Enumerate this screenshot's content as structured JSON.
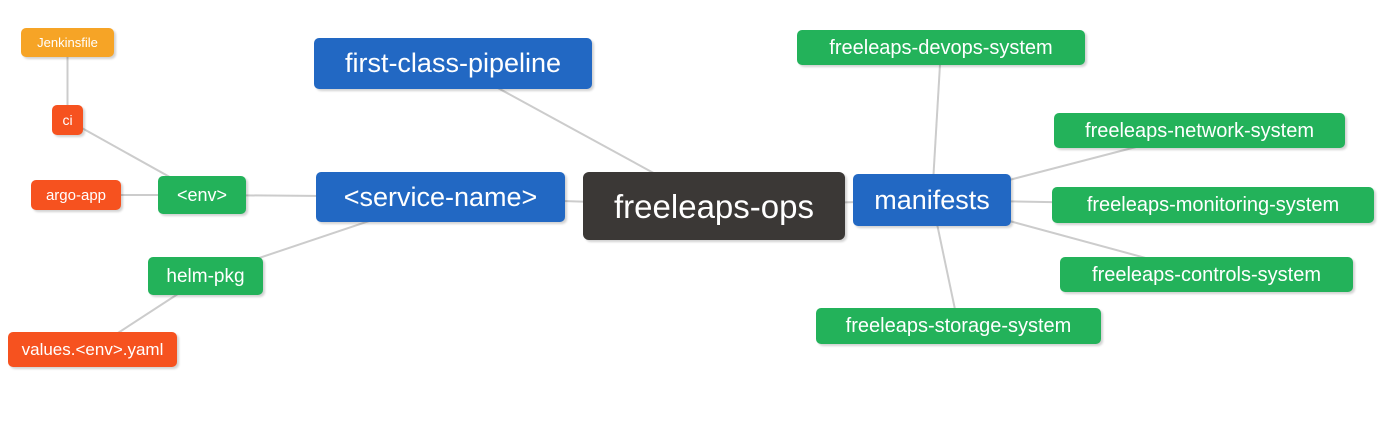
{
  "diagram": {
    "type": "mindmap",
    "background": "#ffffff",
    "colors": {
      "root": "#3b3836",
      "branch_blue": "#2268c3",
      "leaf_green": "#23b25a",
      "leaf_red": "#f6521f",
      "leaf_orange": "#f6a426",
      "edge": "#cccccc",
      "text": "#ffffff"
    },
    "nodes": {
      "freeleaps-ops": {
        "label": "freeleaps-ops",
        "color": "#3b3836"
      },
      "first-class-pipeline": {
        "label": "first-class-pipeline",
        "color": "#2268c3"
      },
      "service-name": {
        "label": "<service-name>",
        "color": "#2268c3"
      },
      "manifests": {
        "label": "manifests",
        "color": "#2268c3"
      },
      "env": {
        "label": "<env>",
        "color": "#23b25a"
      },
      "helm-pkg": {
        "label": "helm-pkg",
        "color": "#23b25a"
      },
      "ci": {
        "label": "ci",
        "color": "#f6521f"
      },
      "argo-app": {
        "label": "argo-app",
        "color": "#f6521f"
      },
      "jenkinsfile": {
        "label": "Jenkinsfile",
        "color": "#f6a426"
      },
      "values-env-yaml": {
        "label": "values.<env>.yaml",
        "color": "#f6521f"
      },
      "devops-system": {
        "label": "freeleaps-devops-system",
        "color": "#23b25a"
      },
      "network-system": {
        "label": "freeleaps-network-system",
        "color": "#23b25a"
      },
      "monitoring-system": {
        "label": "freeleaps-monitoring-system",
        "color": "#23b25a"
      },
      "controls-system": {
        "label": "freeleaps-controls-system",
        "color": "#23b25a"
      },
      "storage-system": {
        "label": "freeleaps-storage-system",
        "color": "#23b25a"
      }
    },
    "edges": [
      [
        "jenkinsfile",
        "ci"
      ],
      [
        "ci",
        "env"
      ],
      [
        "argo-app",
        "env"
      ],
      [
        "env",
        "service-name"
      ],
      [
        "helm-pkg",
        "service-name"
      ],
      [
        "helm-pkg",
        "values-env-yaml"
      ],
      [
        "first-class-pipeline",
        "freeleaps-ops"
      ],
      [
        "service-name",
        "freeleaps-ops"
      ],
      [
        "freeleaps-ops",
        "manifests"
      ],
      [
        "manifests",
        "devops-system"
      ],
      [
        "manifests",
        "network-system"
      ],
      [
        "manifests",
        "monitoring-system"
      ],
      [
        "manifests",
        "controls-system"
      ],
      [
        "manifests",
        "storage-system"
      ]
    ]
  }
}
